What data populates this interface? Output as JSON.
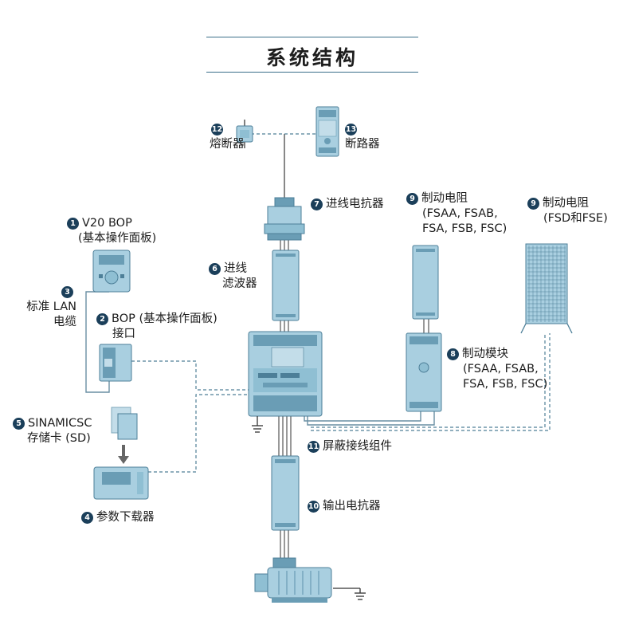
{
  "title": "系统结构",
  "colors": {
    "device_fill": "#a9cfe0",
    "device_dark": "#6a9db5",
    "device_line": "#4d7f98",
    "wire": "#6a8fa3",
    "dashed": "#4f7f97",
    "badge": "#1b3f5a",
    "title_rule": "#3a6f8a"
  },
  "components": {
    "c1": {
      "num": "1",
      "line1": "V20 BOP",
      "line2": "(基本操作面板)"
    },
    "c2": {
      "num": "2",
      "line1": "BOP (基本操作面板)",
      "line2": "接口"
    },
    "c3": {
      "num": "3",
      "line1": "标准 LAN",
      "line2": "电缆"
    },
    "c4": {
      "num": "4",
      "line1": "参数下载器"
    },
    "c5": {
      "num": "5",
      "line1": "SINAMICSC",
      "line2": "存储卡 (SD)"
    },
    "c6": {
      "num": "6",
      "line1": "进线",
      "line2": "滤波器"
    },
    "c7": {
      "num": "7",
      "line1": "进线电抗器"
    },
    "c8": {
      "num": "8",
      "line1": "制动模块",
      "line2": "(FSAA, FSAB,",
      "line3": "FSA, FSB, FSC)"
    },
    "c9a": {
      "num": "9",
      "line1": "制动电阻",
      "line2": "(FSAA, FSAB,",
      "line3": "FSA, FSB, FSC)"
    },
    "c9b": {
      "num": "9",
      "line1": "制动电阻",
      "line2": "(FSD和FSE)"
    },
    "c10": {
      "num": "10",
      "line1": "输出电抗器"
    },
    "c11": {
      "num": "11",
      "line1": "屏蔽接线组件"
    },
    "c12": {
      "num": "12",
      "line1": "熔断器"
    },
    "c13": {
      "num": "13",
      "line1": "断路器"
    }
  },
  "icons": [
    "fuse-icon",
    "circuit-breaker-icon",
    "line-reactor-icon",
    "line-filter-icon",
    "inverter-icon",
    "bop-panel-icon",
    "bop-interface-icon",
    "sd-card-icon",
    "parameter-loader-icon",
    "braking-resistor-icon",
    "braking-resistor-grid-icon",
    "braking-module-icon",
    "output-reactor-icon",
    "motor-icon",
    "ground-icon"
  ]
}
